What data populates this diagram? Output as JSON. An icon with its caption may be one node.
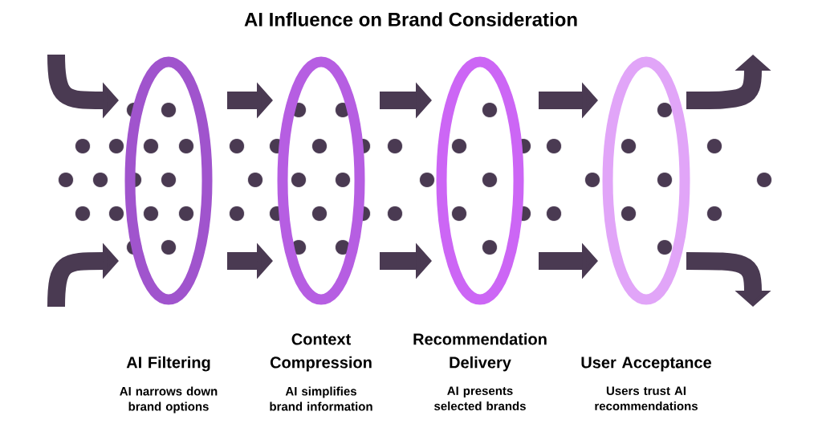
{
  "diagram": {
    "title": "AI Influence on Brand Consideration",
    "nodes": [
      {
        "text": [
          "AI Filtering"
        ]
      },
      {
        "text": [
          "Context Compression"
        ]
      },
      {
        "text": [
          "Recommendation Delivery"
        ]
      },
      {
        "text": [
          "User Acceptance"
        ]
      }
    ],
    "edges": [
      {
        "from": null,
        "to": 0,
        "arrow": "to"
      },
      {
        "from": null,
        "to": 0,
        "arrow": "to"
      },
      {
        "from": 0,
        "to": 1,
        "arrow": "to"
      },
      {
        "from": 0,
        "to": 1,
        "arrow": "to"
      },
      {
        "from": 1,
        "to": 2,
        "arrow": "to"
      },
      {
        "from": 1,
        "to": 2,
        "arrow": "to"
      },
      {
        "from": 2,
        "to": 3,
        "arrow": "to"
      },
      {
        "from": 2,
        "to": 3,
        "arrow": "to"
      },
      {
        "from": 3,
        "to": null,
        "arrow": "to"
      },
      {
        "from": 3,
        "to": null,
        "arrow": "to"
      }
    ],
    "labels": [
      "AI narrows down brand options",
      "AI simplifies brand information",
      "AI presents selected brands",
      "Users trust AI recommendations"
    ]
  }
}
